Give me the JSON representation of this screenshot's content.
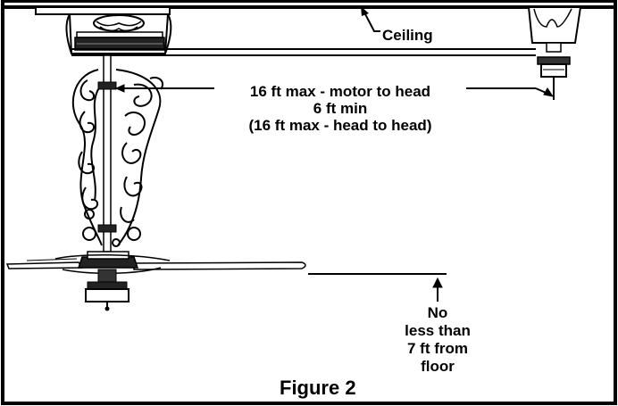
{
  "labels": {
    "ceiling": "Ceiling",
    "distance_line1": "16 ft max - motor to head",
    "distance_line2": "6 ft min",
    "distance_line3": "(16 ft max - head to head)",
    "floor_line1": "No",
    "floor_line2": "less than",
    "floor_line3": "7 ft from",
    "floor_line4": "floor",
    "figure_title": "Figure 2"
  }
}
